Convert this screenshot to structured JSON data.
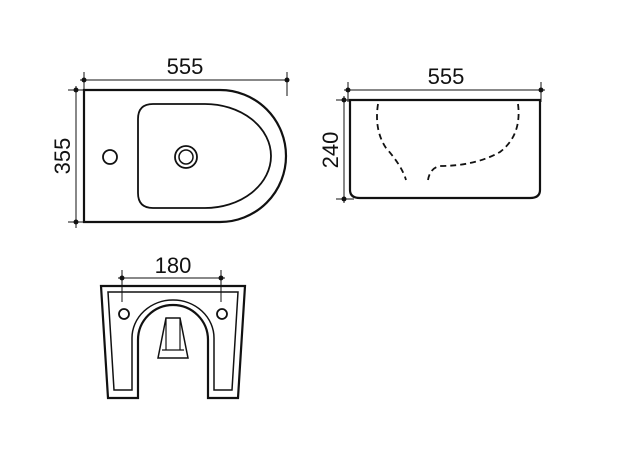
{
  "top_view": {
    "width_label": "555",
    "depth_label": "355"
  },
  "side_view": {
    "width_label": "555",
    "height_label": "240"
  },
  "back_view": {
    "fixing_distance_label": "180"
  },
  "colors": {
    "stroke": "#111111",
    "background": "#ffffff"
  }
}
